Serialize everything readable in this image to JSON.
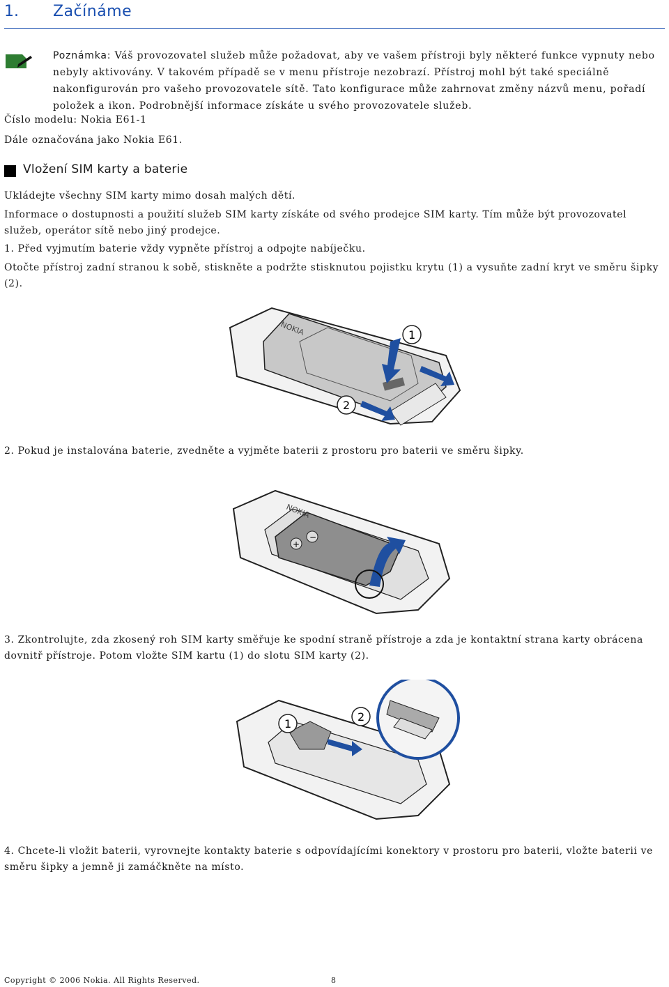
{
  "chapter": {
    "number": "1.",
    "title": "Začínáme"
  },
  "note": {
    "label": "Poznámka:",
    "text": "Váš provozovatel služeb může požadovat, aby ve vašem přístroji byly některé funkce vypnuty nebo nebyly aktivovány. V takovém případě se v menu přístroje nezobrazí. Přístroj mohl být také speciálně nakonfigurován pro vašeho provozovatele sítě. Tato konfigurace může zahrnovat změny názvů menu, pořadí položek a ikon. Podrobnější informace získáte u svého provozovatele služeb."
  },
  "model_line": "Číslo modelu: Nokia E61-1",
  "alias_line": "Dále označována jako Nokia E61.",
  "section": {
    "title": "Vložení SIM karty a baterie",
    "p1": "Ukládejte všechny SIM karty mimo dosah malých dětí.",
    "p2": "Informace o dostupnosti a použití služeb SIM karty získáte od svého prodejce SIM karty. Tím může být provozovatel služeb, operátor sítě nebo jiný prodejce.",
    "step1a": "1. Před vyjmutím baterie vždy vypněte přístroj a odpojte nabíječku.",
    "step1b": "Otočte přístroj zadní stranou k sobě, stiskněte a podržte stisknutou pojistku krytu (1) a vysuňte zadní kryt ve směru šipky (2).",
    "step2": "2. Pokud je instalována baterie, zvedněte a vyjměte baterii z prostoru pro baterii ve směru šipky.",
    "step3": "3. Zkontrolujte, zda zkosený roh SIM karty směřuje ke spodní straně přístroje a zda je kontaktní strana karty obrácena dovnitř přístroje. Potom vložte SIM kartu (1) do slotu SIM karty (2).",
    "step4": "4. Chcete-li vložit baterii, vyrovnejte kontakty baterie s odpovídajícími konektory v prostoru pro baterii, vložte baterii ve směru šipky a jemně ji zamáčkněte na místo."
  },
  "figures": {
    "brand": "NOKIA",
    "callout_1": "1",
    "callout_2": "2",
    "battery_plus": "+",
    "battery_minus": "−"
  },
  "footer": {
    "copyright": "Copyright © 2006 Nokia. All Rights Reserved.",
    "page": "8"
  },
  "colors": {
    "accent": "#1a4fb0",
    "arrow": "#1f4fa0",
    "device_gray": "#c8c8c8"
  }
}
